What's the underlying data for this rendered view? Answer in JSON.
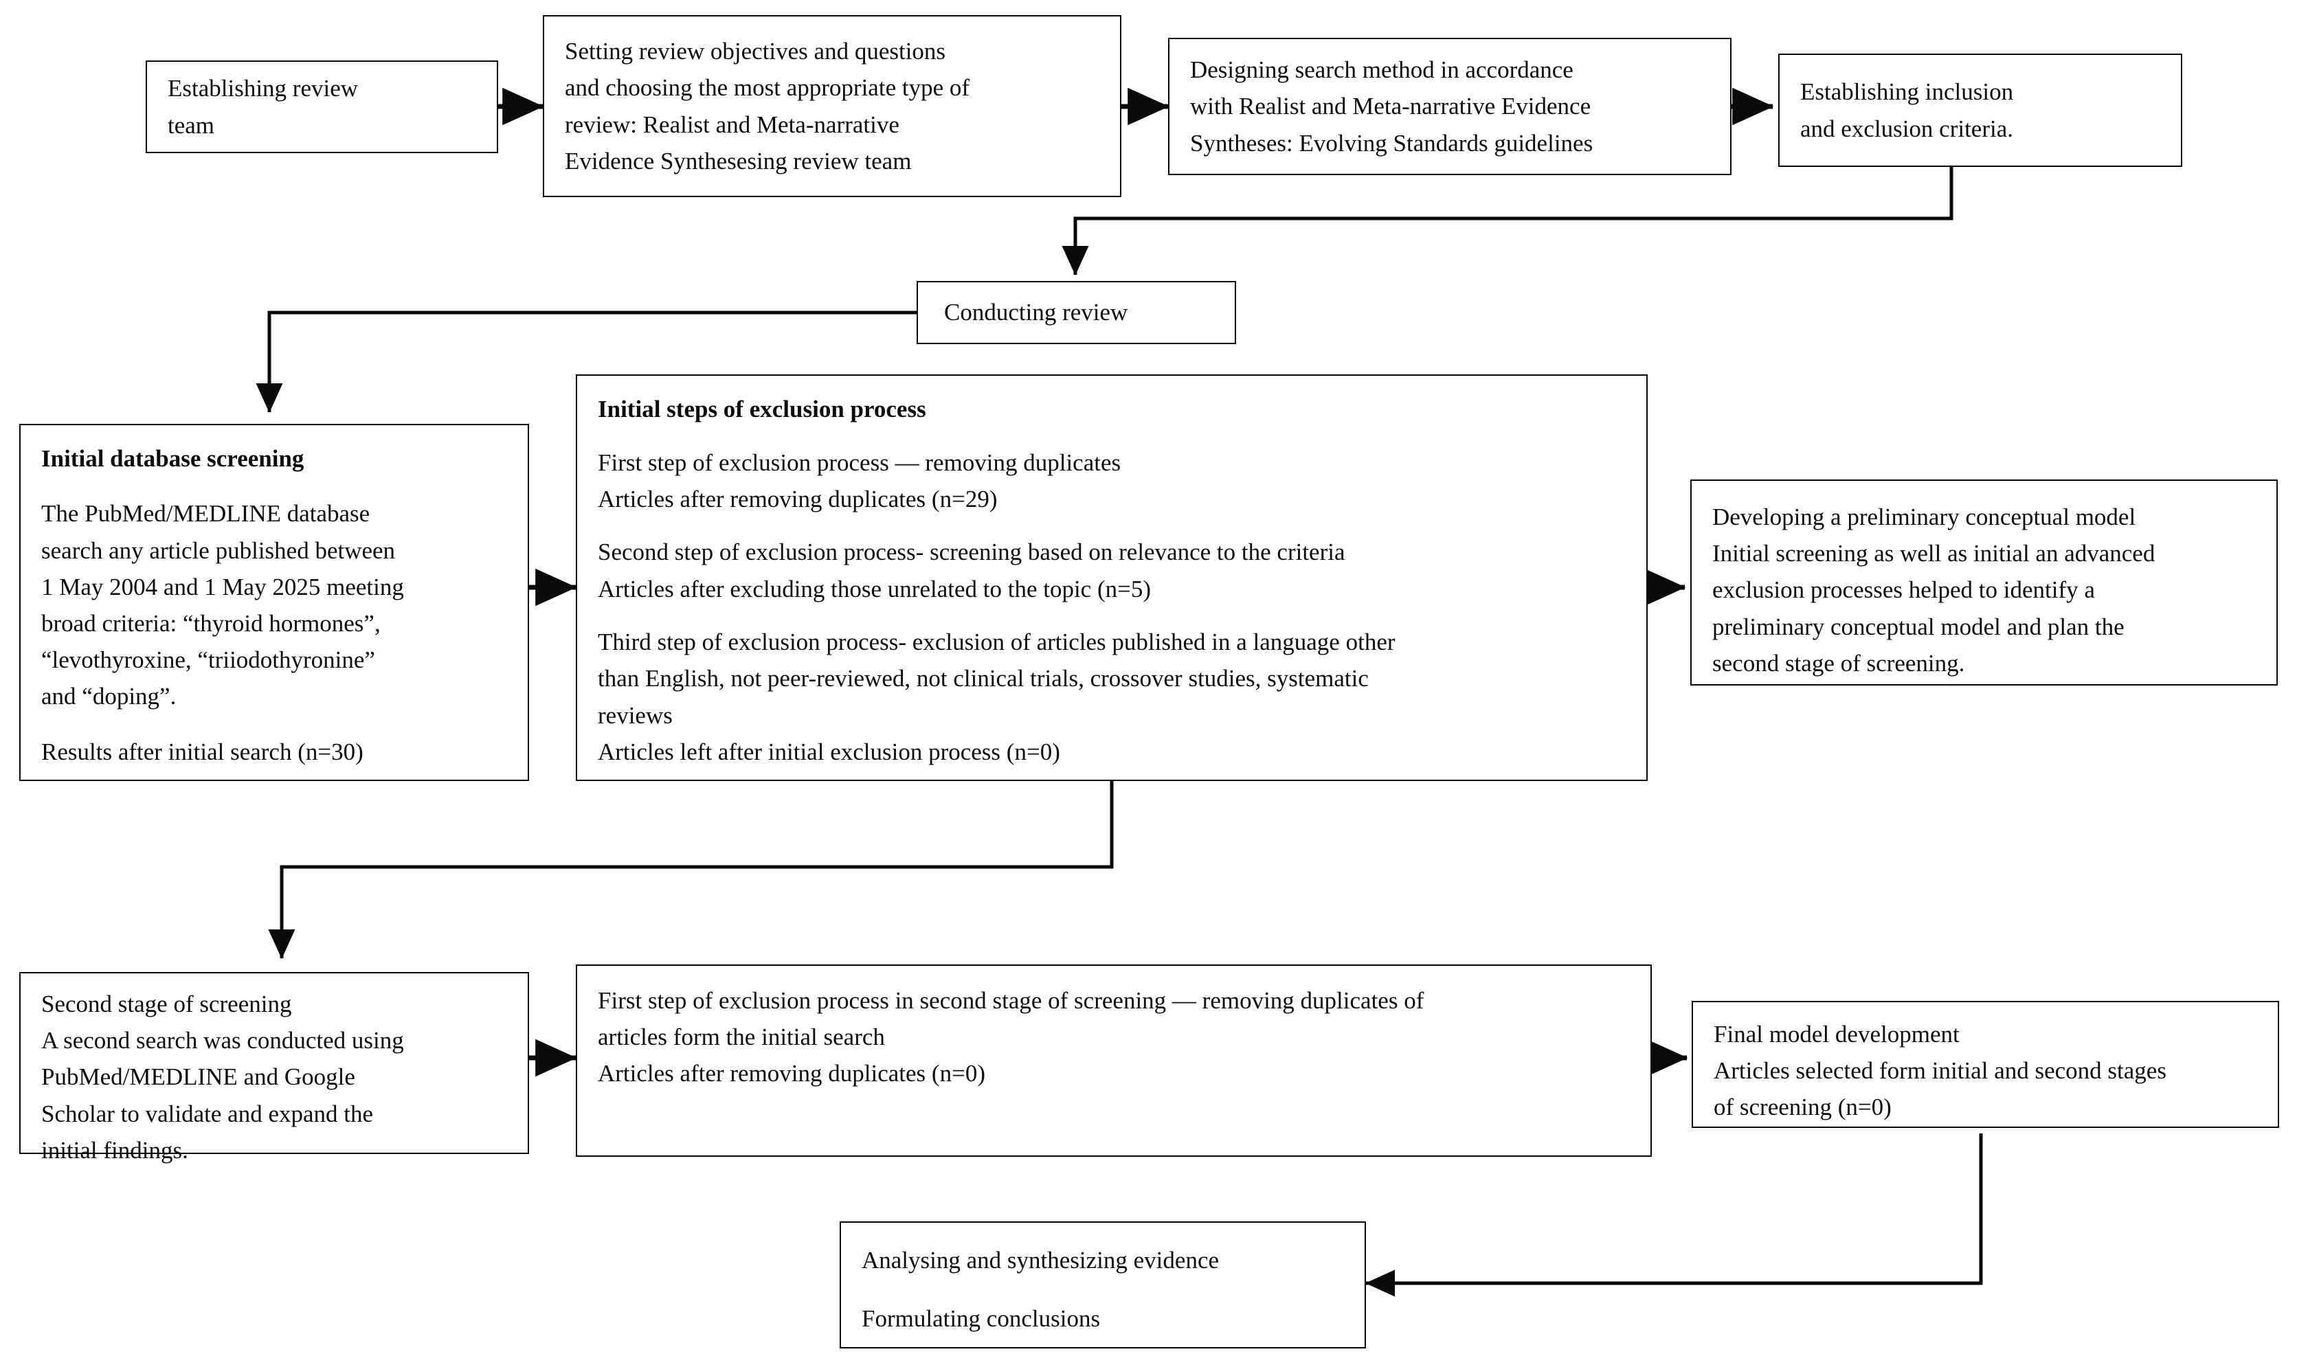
{
  "diagram": {
    "title": "Review methodology flowchart",
    "colors": {
      "stroke": "#0a0a0a",
      "fill": "#ffffff",
      "text": "#0d0d0d"
    }
  },
  "nodes": {
    "establishing_team": {
      "line1": "Establishing review",
      "line2": "team"
    },
    "setting_objectives": {
      "line1": "Setting review objectives and questions",
      "line2": "and choosing the most appropriate type of",
      "line3": "review: Realist and Meta-narrative",
      "line4": "Evidence Synthesesing review team"
    },
    "designing_search": {
      "line1": "Designing search method in accordance",
      "line2": "with Realist and Meta-narrative Evidence",
      "line3": "Syntheses: Evolving Standards guidelines"
    },
    "inclusion_criteria": {
      "line1": "Establishing inclusion",
      "line2": "and exclusion criteria."
    },
    "conducting_review": {
      "label": "Conducting review"
    },
    "initial_db_screening": {
      "heading": "Initial database screening",
      "body": "The PubMed/MEDLINE database\nsearch any article published between\n1 May 2004 and 1 May 2025 meeting\nbroad criteria: “thyroid hormones”,\n“levothyroxine, “triiodothyronine”\nand “doping”.",
      "result": "Results after initial search (n=30)"
    },
    "initial_exclusion_steps": {
      "heading": "Initial steps of exclusion process",
      "step1": "First step of exclusion process — removing duplicates\nArticles after removing duplicates (n=29)",
      "step2": "Second step of exclusion process- screening based on relevance to the criteria\nArticles after excluding those unrelated to the topic (n=5)",
      "step3": "Third step of exclusion process- exclusion of articles published in a language other\nthan English, not peer-reviewed, not clinical trials, crossover studies, systematic\nreviews\nArticles left after initial exclusion process (n=0)"
    },
    "preliminary_model": {
      "heading": "Developing a preliminary conceptual model",
      "body": "Initial screening as well as initial an advanced\nexclusion processes helped to identify a\npreliminary conceptual model and plan the\nsecond stage of screening."
    },
    "second_stage_screening": {
      "heading": "Second stage of screening",
      "body": "A second search was  conducted using\nPubMed/MEDLINE and Google\nScholar to validate and expand the\ninitial findings."
    },
    "second_stage_exclusion": {
      "line1": "First step of exclusion process in second stage of screening — removing duplicates of\narticles form the initial search",
      "line2": "Articles after removing duplicates (n=0)"
    },
    "final_model": {
      "heading": "Final model development",
      "body": "Articles selected form initial and second stages\nof screening (n=0)"
    },
    "analysing_evidence": {
      "line1": "Analysing and synthesizing evidence",
      "line2": "Formulating conclusions"
    }
  },
  "connectors": [
    {
      "name": "team-to-objectives",
      "kind": "arrow-right"
    },
    {
      "name": "objectives-to-designing",
      "kind": "arrow-right"
    },
    {
      "name": "designing-to-inclusion",
      "kind": "arrow-right"
    },
    {
      "name": "inclusion-to-conducting",
      "kind": "elbow-down"
    },
    {
      "name": "conducting-to-db-screening",
      "kind": "elbow-left-down"
    },
    {
      "name": "db-screening-to-exclusion",
      "kind": "arrow-right"
    },
    {
      "name": "exclusion-to-preliminary-model",
      "kind": "arrow-right"
    },
    {
      "name": "exclusion-to-second-stage",
      "kind": "elbow-left-down"
    },
    {
      "name": "second-stage-to-second-exclusion",
      "kind": "arrow-right"
    },
    {
      "name": "second-exclusion-to-final-model",
      "kind": "arrow-right"
    },
    {
      "name": "final-model-to-analysing",
      "kind": "elbow-down-left"
    }
  ]
}
